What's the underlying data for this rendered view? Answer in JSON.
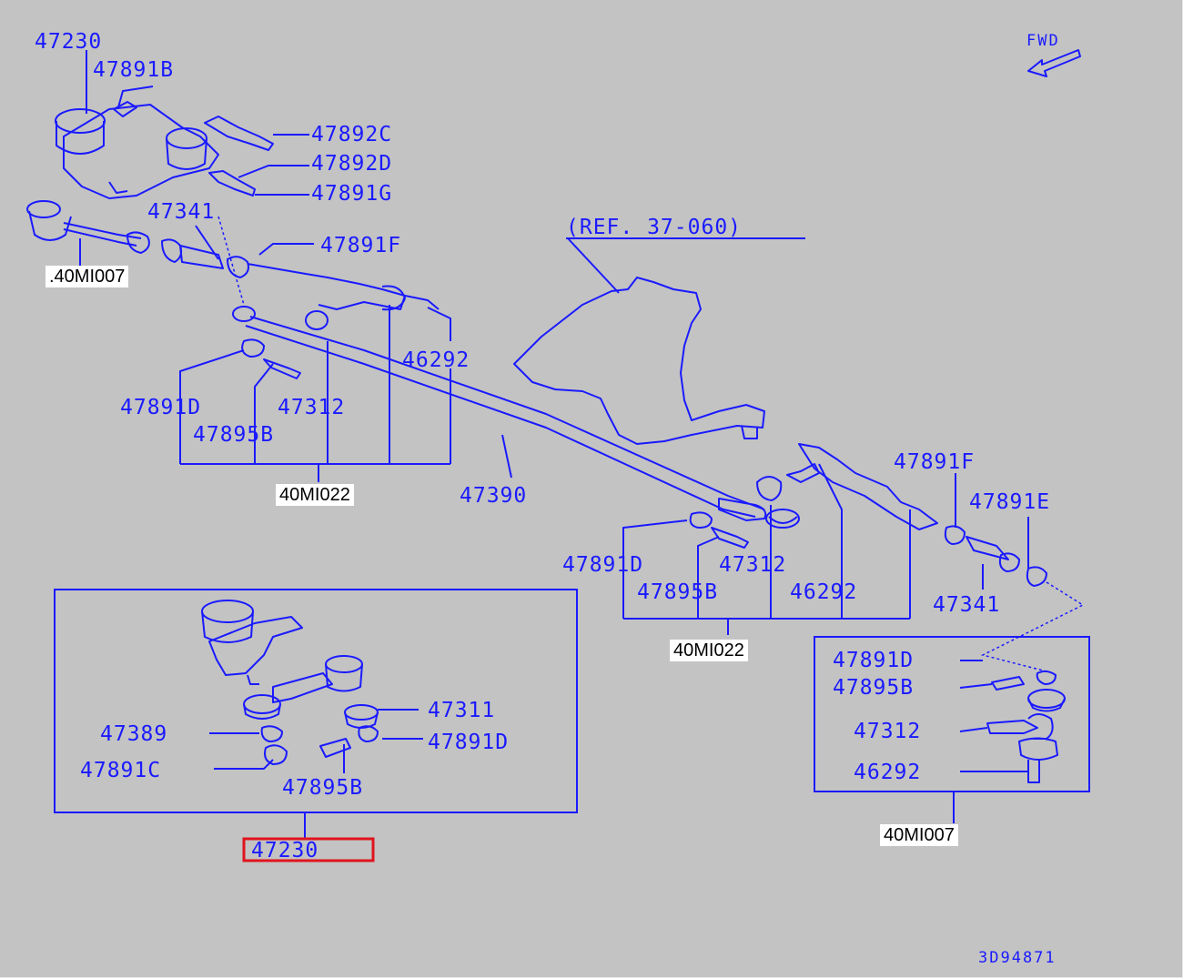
{
  "direction": {
    "fwd_label": "FWD"
  },
  "reference": {
    "label": "(REF. 37-060)"
  },
  "drawing_code": "3D94871",
  "part_numbers": {
    "p47230_top": "47230",
    "p47891B": "47891B",
    "p47892C": "47892C",
    "p47892D": "47892D",
    "p47891G": "47891G",
    "p47341_left": "47341",
    "p47891F_left": "47891F",
    "p46292_left": "46292",
    "p47891D_left": "47891D",
    "p47312_left": "47312",
    "p47895B_left": "47895B",
    "p47390": "47390",
    "p47891F_right": "47891F",
    "p47891E": "47891E",
    "p47891D_mid": "47891D",
    "p47312_mid": "47312",
    "p47895B_mid": "47895B",
    "p46292_mid": "46292",
    "p47341_right": "47341",
    "p47891D_box": "47891D",
    "p47895B_box": "47895B",
    "p47312_box": "47312",
    "p46292_box": "46292",
    "p47311_inset": "47311",
    "p47389_inset": "47389",
    "p47891D_inset": "47891D",
    "p47891C_inset": "47891C",
    "p47895B_inset": "47895B",
    "p47230_inset": "47230"
  },
  "group_tags": {
    "tag_40MI007_top": ".40MI007",
    "tag_40MI022_left": "40MI022",
    "tag_40MI022_mid": "40MI022",
    "tag_40MI007_right": "40MI007"
  },
  "colors": {
    "background": "#c3c3c3",
    "line": "#1a1aff",
    "highlight": "#e0141e"
  }
}
